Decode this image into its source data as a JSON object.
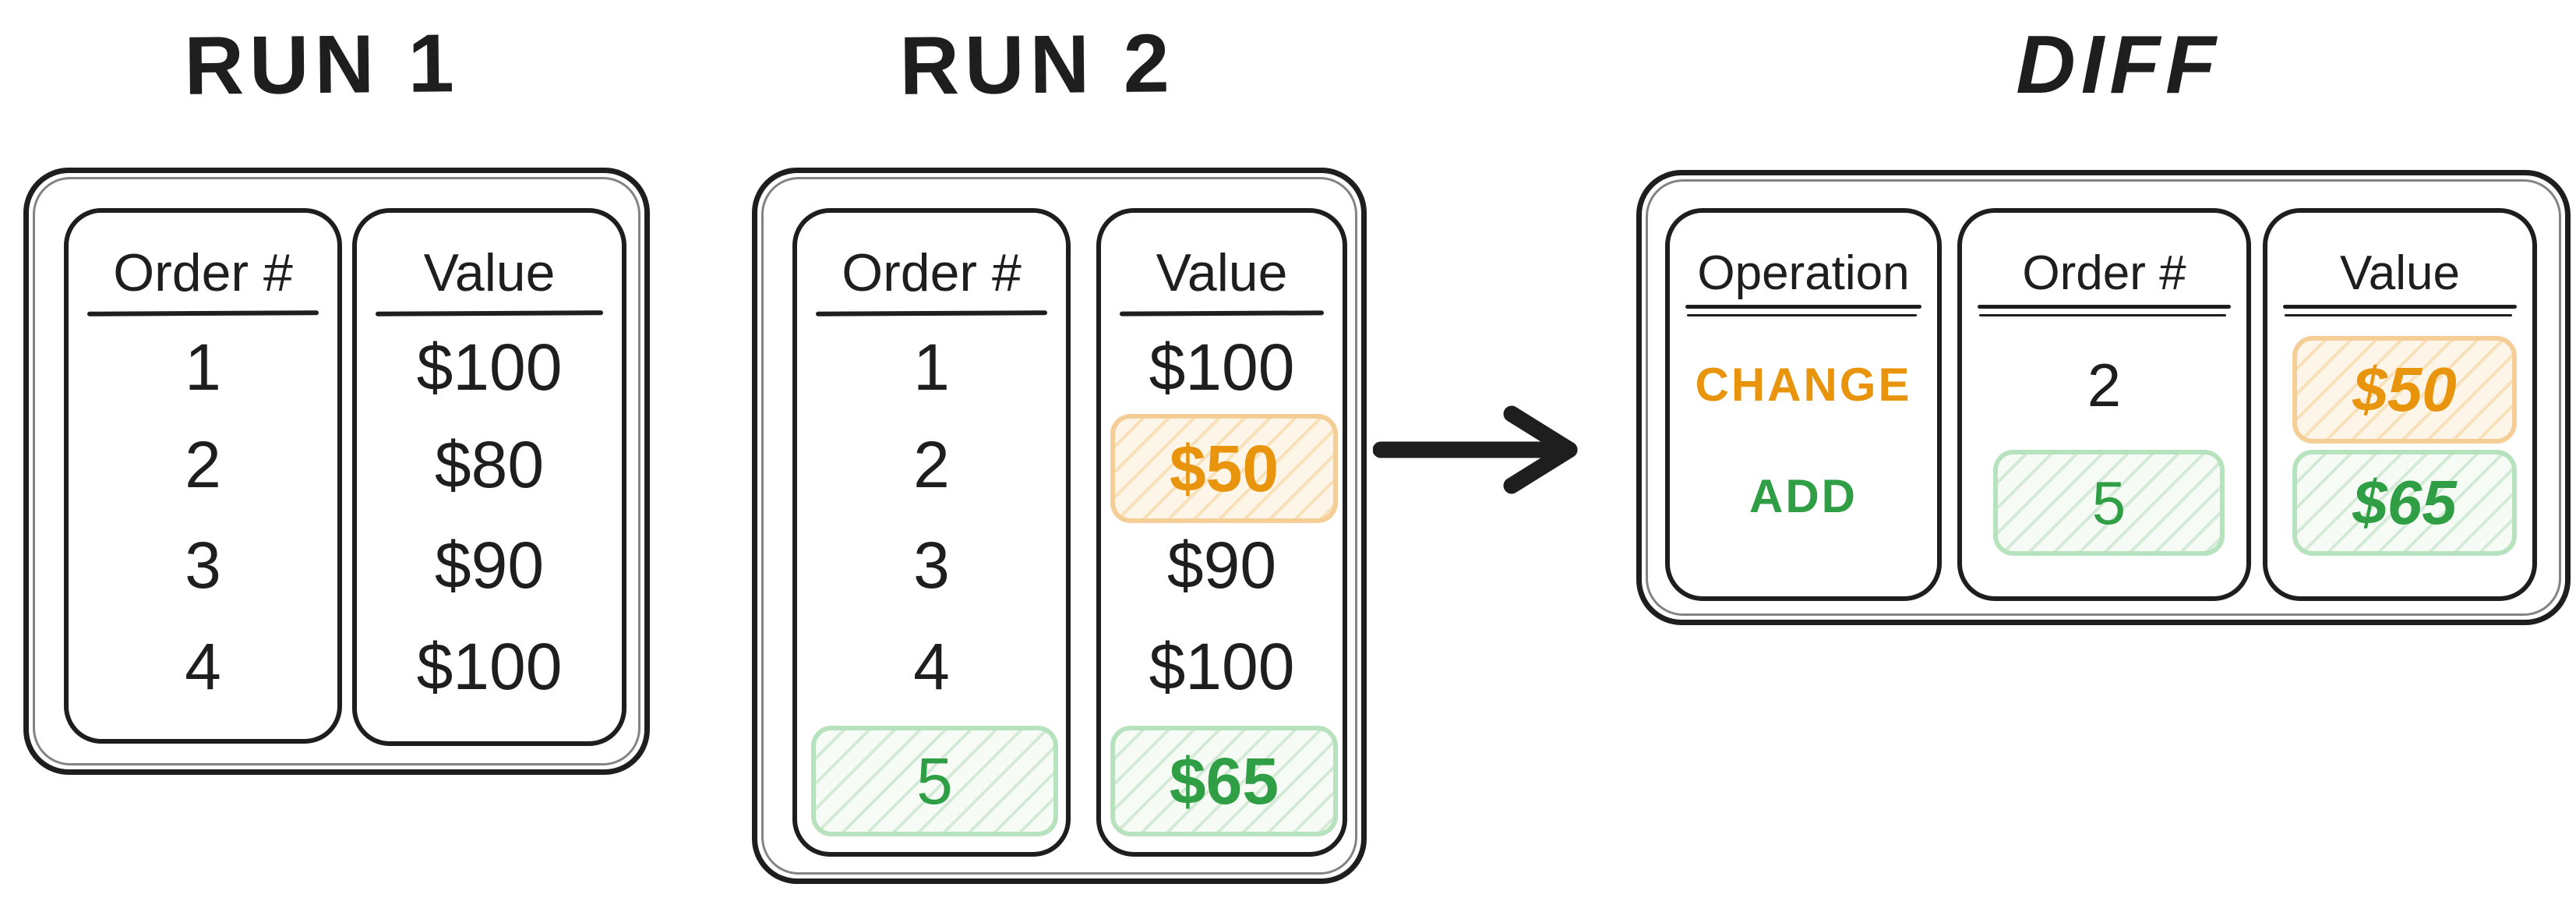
{
  "colors": {
    "ink": "#1e1e1e",
    "background": "#ffffff",
    "orange-text": "#e8940c",
    "orange-border": "#f5cd96",
    "orange-fill": "#fdf6e8",
    "green-text": "#2f9e44",
    "green-border": "#b7e2be",
    "green-fill": "#f6fbf6"
  },
  "run1": {
    "title": "RUN 1",
    "columns": [
      "Order #",
      "Value"
    ],
    "rows": [
      {
        "order": "1",
        "value": "$100"
      },
      {
        "order": "2",
        "value": "$80"
      },
      {
        "order": "3",
        "value": "$90"
      },
      {
        "order": "4",
        "value": "$100"
      }
    ]
  },
  "run2": {
    "title": "RUN 2",
    "columns": [
      "Order #",
      "Value"
    ],
    "rows": [
      {
        "order": "1",
        "value": "$100"
      },
      {
        "order": "2",
        "value": "$50",
        "value_highlight": "orange"
      },
      {
        "order": "3",
        "value": "$90"
      },
      {
        "order": "4",
        "value": "$100"
      },
      {
        "order": "5",
        "value": "$65",
        "order_highlight": "green",
        "value_highlight": "green"
      }
    ]
  },
  "diff": {
    "title": "DIFF",
    "columns": [
      "Operation",
      "Order #",
      "Value"
    ],
    "rows": [
      {
        "operation": "CHANGE",
        "operation_color": "orange",
        "order": "2",
        "value": "$50",
        "value_highlight": "orange"
      },
      {
        "operation": "ADD",
        "operation_color": "green",
        "order": "5",
        "order_highlight": "green",
        "value": "$65",
        "value_highlight": "green"
      }
    ]
  },
  "arrow": {
    "direction": "right"
  }
}
